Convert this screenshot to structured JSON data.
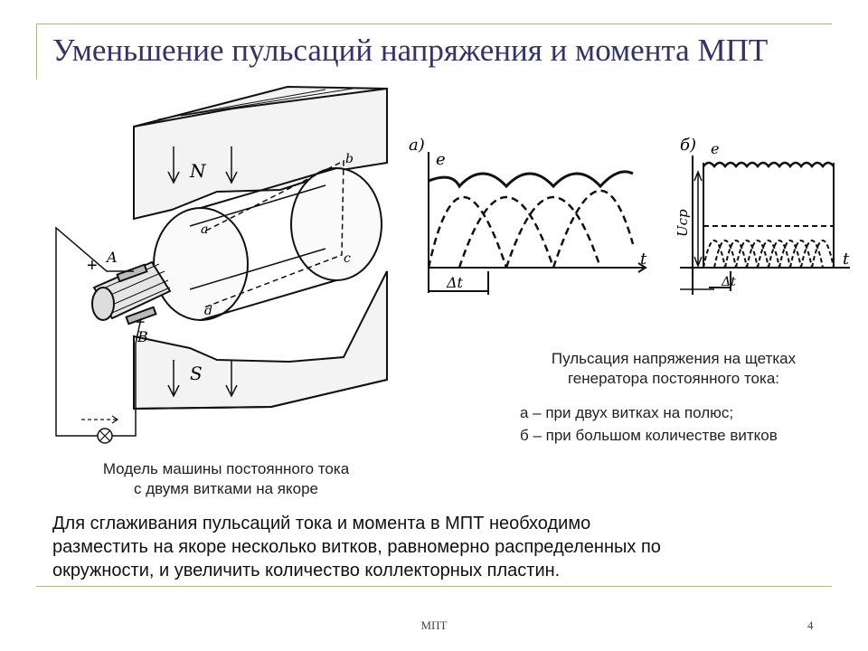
{
  "slide": {
    "title": "Уменьшение пульсаций напряжения и момента МПТ",
    "footer": "МПТ",
    "page_number": "4"
  },
  "machine_figure": {
    "pole_top": "N",
    "pole_bottom": "S",
    "brush_a": "A",
    "brush_b": "B",
    "plus": "+",
    "minus": "−",
    "coil_a": "a",
    "coil_b": "b",
    "coil_c": "c",
    "coil_d": "d",
    "caption_line1": "Модель машины постоянного тока",
    "caption_line2": "с двумя витками на якоре"
  },
  "ripple_plot_a": {
    "panel_label": "а)",
    "y_label": "e",
    "x_label": "t",
    "delta_label": "Δt"
  },
  "ripple_plot_b": {
    "panel_label": "б)",
    "y_label": "e",
    "x_label": "t",
    "delta_label": "Δt",
    "avg_label": "Uср"
  },
  "ripple_caption": {
    "line1": "Пульсация напряжения на щетках",
    "line2": "генератора постоянного тока:",
    "item_a": "а – при двух витках на полюс;",
    "item_b": "б – при большом количестве витков"
  },
  "conclusion": {
    "line1": "Для сглаживания пульсаций тока и момента в МПТ необходимо",
    "line2": "разместить на якоре несколько витков, равномерно распределенных по",
    "line3": "окружности, и увеличить количество коллекторных пластин."
  }
}
